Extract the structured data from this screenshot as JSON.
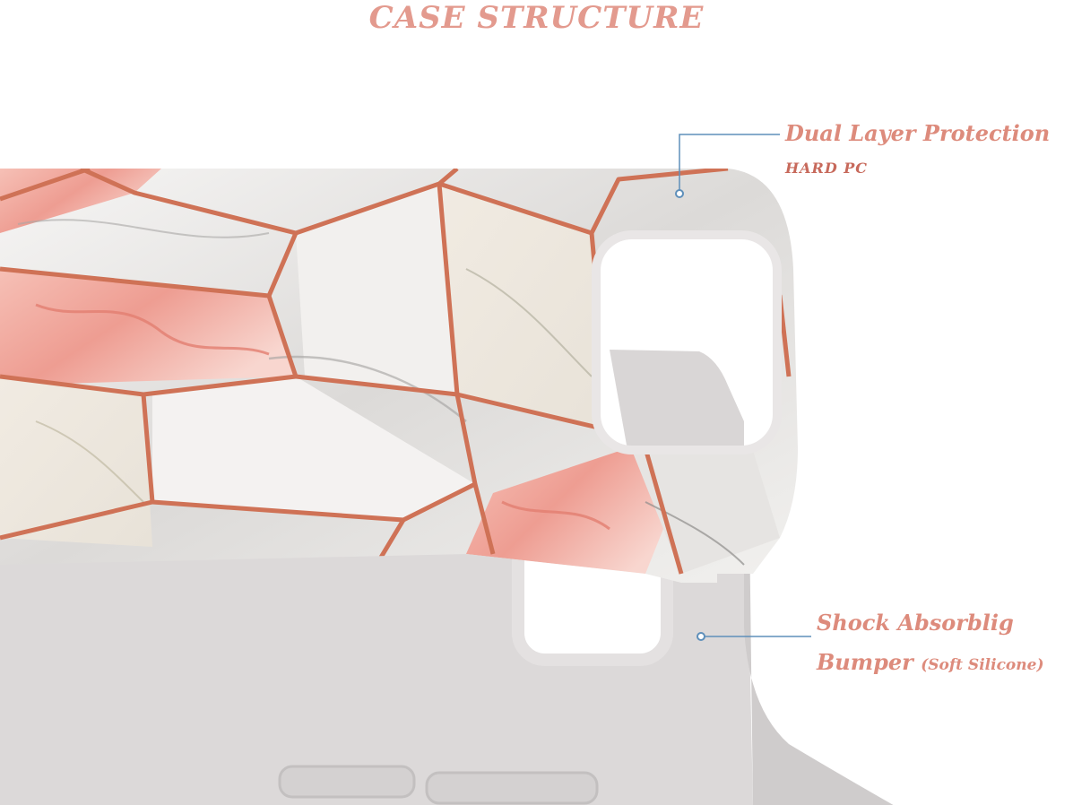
{
  "title": "CASE STRUCTURE",
  "callouts": {
    "top": {
      "line1": "Dual Layer Protection",
      "line2": "HARD PC"
    },
    "bottom": {
      "line1": "Shock Absorblig",
      "line2_main": "Bumper",
      "line2_paren": "(Soft Silicone)"
    }
  },
  "colors": {
    "title": "#e39a8e",
    "label": "#dd8b7c",
    "subLabel": "#c7695b",
    "leader": "#5e8fba",
    "bumper": "#dcd9d9",
    "bumperShade": "#cfcccc",
    "marbleWhite": "#f3f1ef",
    "marbleGrey": "#dedcda",
    "marblePink": "#f0aaa0",
    "marbleCream": "#efe8de",
    "rosegold": "#cf7256"
  }
}
